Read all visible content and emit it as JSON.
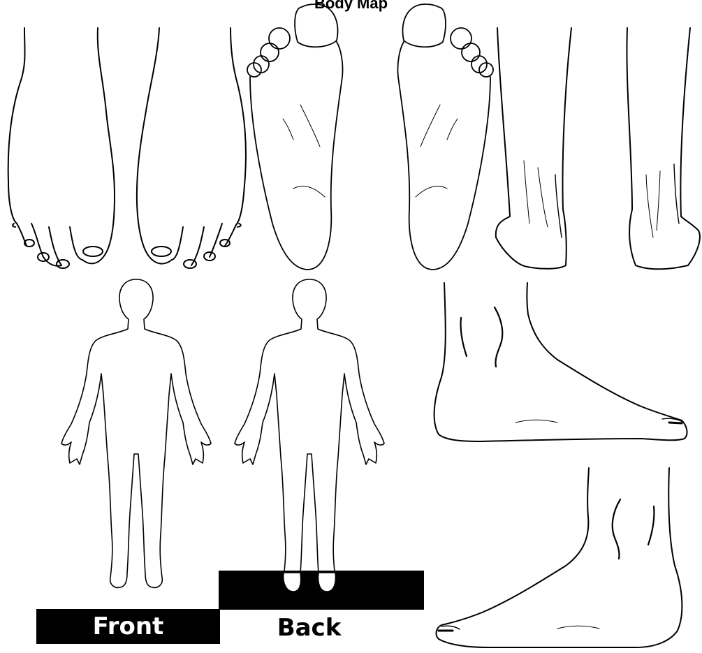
{
  "title": "Body Map",
  "labels": {
    "front": "Front",
    "back": "Back"
  },
  "colors": {
    "ink": "#000000",
    "paper": "#ffffff",
    "label_on_bar": "#ffffff",
    "label_plain": "#000000"
  },
  "icons": {
    "dorsal_feet": "feet-dorsal-view-icon",
    "left_sole": "left-sole-icon",
    "right_sole": "right-sole-icon",
    "posterior_legs": "legs-heel-view-icon",
    "body_front": "body-front-outline-icon",
    "body_back": "body-back-outline-icon",
    "foot_lateral_right": "foot-side-view-right-icon",
    "foot_lateral_left": "foot-side-view-left-icon"
  }
}
